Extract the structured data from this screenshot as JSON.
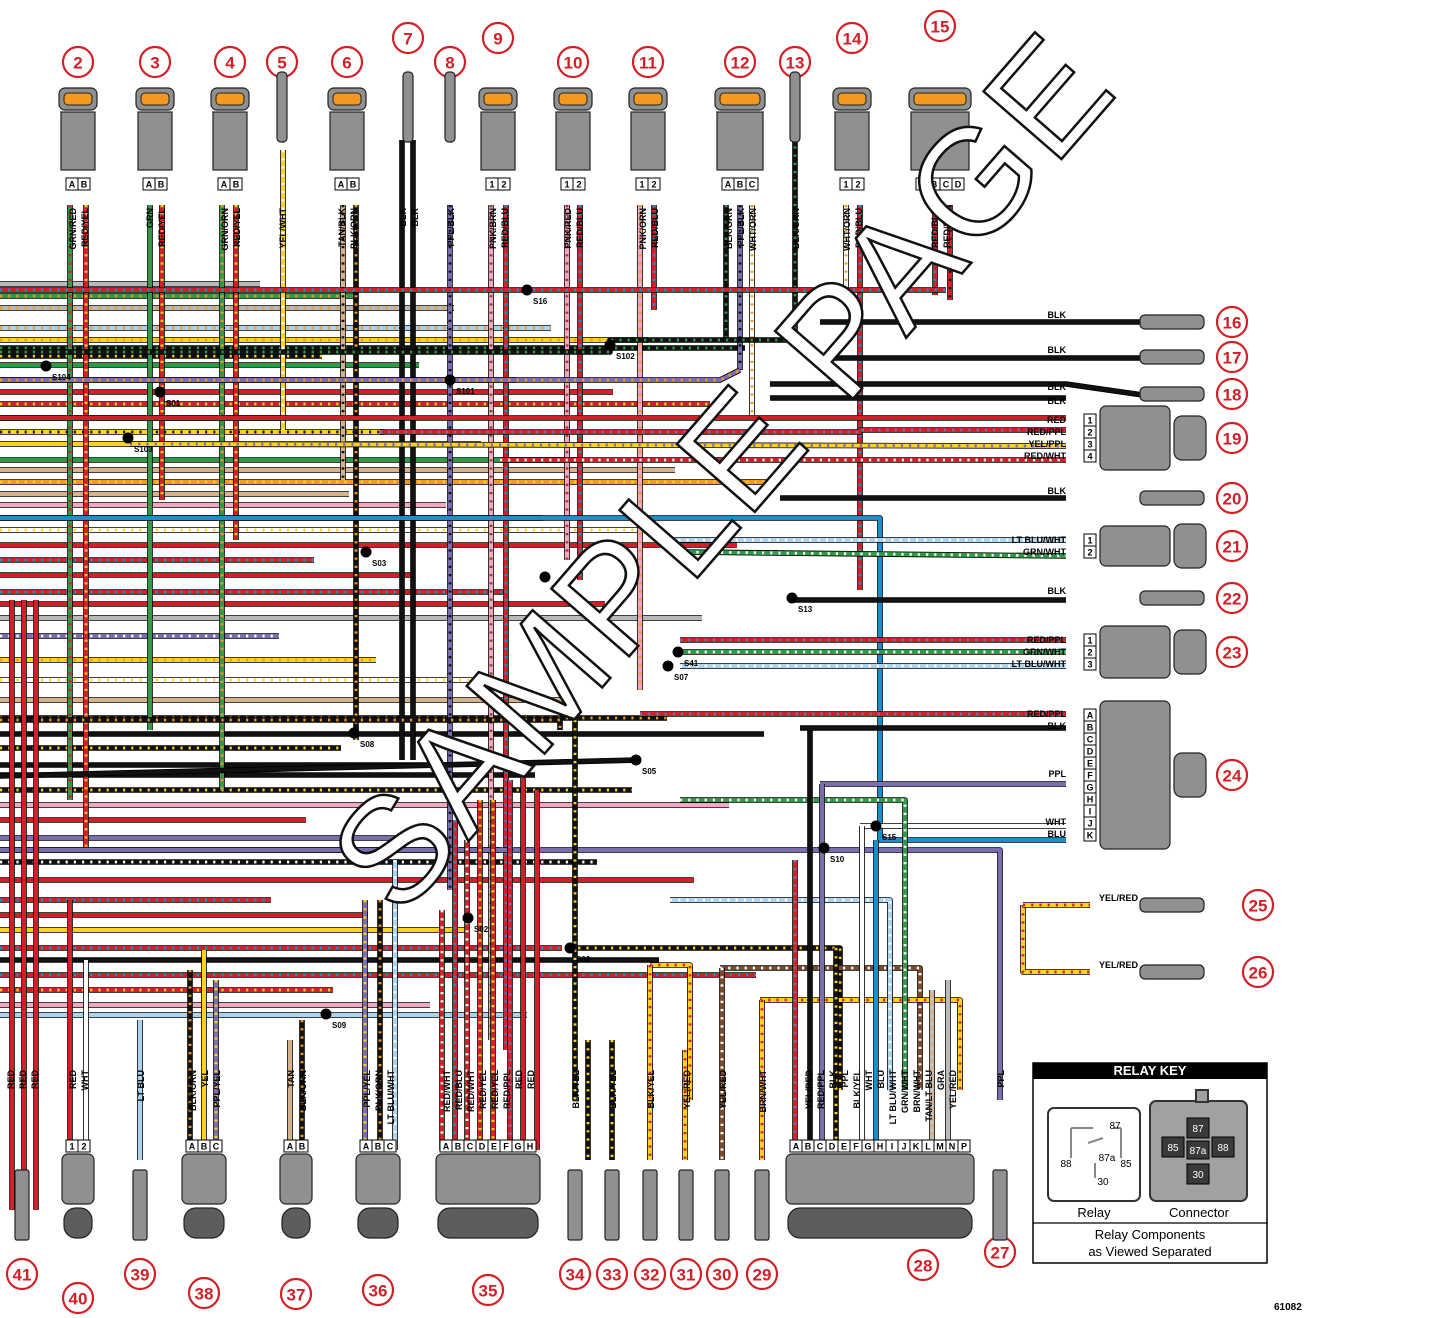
{
  "watermark": "SAMPLE PAGE",
  "figure_number": "61082",
  "colors": {
    "RED": "#d32027",
    "BLK": "#111111",
    "GRN": "#2f9b47",
    "YEL": "#ffd21f",
    "ORN": "#f39a1e",
    "BLU": "#1a8fd0",
    "LTBLU": "#a9d3ee",
    "PPL": "#7b6db0",
    "PNK": "#f2a7c2",
    "TAN": "#d7b28c",
    "WHT": "#ffffff",
    "BRN": "#7a4a2c",
    "GRA": "#b8b9bb"
  },
  "connectors_top": [
    {
      "num": "2",
      "pins": [
        "A",
        "B"
      ],
      "wires": [
        "GRN/RED",
        "RED/YEL"
      ]
    },
    {
      "num": "3",
      "pins": [
        "A",
        "B"
      ],
      "wires": [
        "GRN",
        "RED/YEL"
      ]
    },
    {
      "num": "4",
      "pins": [
        "A",
        "B"
      ],
      "wires": [
        "GRN/ORN",
        "RED/YEL"
      ]
    },
    {
      "num": "5",
      "pins": [],
      "wires": [
        "YEL/WHT"
      ]
    },
    {
      "num": "6",
      "pins": [
        "A",
        "B"
      ],
      "wires": [
        "TAN/BLK",
        "BLK/ORN"
      ]
    },
    {
      "num": "7",
      "pins": [],
      "wires": [
        "BLK",
        "BLK"
      ]
    },
    {
      "num": "8",
      "pins": [],
      "wires": [
        "PPL/BLK"
      ]
    },
    {
      "num": "9",
      "pins": [
        "1",
        "2"
      ],
      "wires": [
        "PNK/BRN",
        "RED/BLU"
      ]
    },
    {
      "num": "10",
      "pins": [
        "1",
        "2"
      ],
      "wires": [
        "PNK/RED",
        "RED/BLU"
      ]
    },
    {
      "num": "11",
      "pins": [
        "1",
        "2"
      ],
      "wires": [
        "PNK/ORN",
        "RED/BLU"
      ]
    },
    {
      "num": "12",
      "pins": [
        "A",
        "B",
        "C"
      ],
      "wires": [
        "BLK/GRN",
        "PPL/BLK",
        "WHT/ORN"
      ]
    },
    {
      "num": "13",
      "pins": [],
      "wires": [
        "BLK/GRN"
      ]
    },
    {
      "num": "14",
      "pins": [
        "1",
        "2"
      ],
      "wires": [
        "WHT/ORN",
        "RED/BLU"
      ]
    },
    {
      "num": "15",
      "pins": [
        "A",
        "B",
        "C",
        "D"
      ],
      "wires": [
        "RED/BLU",
        "RED/BLK"
      ]
    }
  ],
  "connectors_right": [
    {
      "num": "16",
      "wires": [
        "BLK"
      ]
    },
    {
      "num": "17",
      "wires": [
        "BLK"
      ]
    },
    {
      "num": "18",
      "wires": [
        "BLK",
        "BLK"
      ]
    },
    {
      "num": "19",
      "pins": [
        "1",
        "2",
        "3",
        "4"
      ],
      "wires": [
        "RED",
        "RED/PPL",
        "YEL/PPL",
        "RED/WHT"
      ]
    },
    {
      "num": "20",
      "wires": [
        "BLK"
      ]
    },
    {
      "num": "21",
      "pins": [
        "1",
        "2"
      ],
      "wires": [
        "LT BLU/WHT",
        "GRN/WHT"
      ]
    },
    {
      "num": "22",
      "wires": [
        "BLK"
      ]
    },
    {
      "num": "23",
      "pins": [
        "1",
        "2",
        "3"
      ],
      "wires": [
        "RED/PPL",
        "GRN/WHT",
        "LT BLU/WHT"
      ]
    },
    {
      "num": "24",
      "pins": [
        "A",
        "B",
        "C",
        "D",
        "E",
        "F",
        "G",
        "H",
        "I",
        "J",
        "K"
      ],
      "wires": [
        "RED/PPL",
        "BLK",
        "PPL",
        "WHT",
        "BLU"
      ]
    },
    {
      "num": "25",
      "wires": [
        "YEL/RED"
      ]
    },
    {
      "num": "26",
      "wires": [
        "YEL/RED"
      ]
    }
  ],
  "connectors_bottom": [
    {
      "num": "41",
      "pins": [],
      "wires": [
        "RED",
        "RED",
        "RED"
      ]
    },
    {
      "num": "40",
      "pins": [
        "1",
        "2"
      ],
      "wires": [
        "RED",
        "WHT"
      ]
    },
    {
      "num": "39",
      "pins": [],
      "wires": [
        "LT BLU"
      ]
    },
    {
      "num": "38",
      "pins": [
        "A",
        "B",
        "C"
      ],
      "wires": [
        "BLK/ORN",
        "YEL",
        "PPL/YEL"
      ]
    },
    {
      "num": "37",
      "pins": [
        "A",
        "B"
      ],
      "wires": [
        "TAN",
        "BLK/ORN"
      ]
    },
    {
      "num": "36",
      "pins": [
        "A",
        "B",
        "C"
      ],
      "wires": [
        "PPL/YEL",
        "BLK/ORN",
        "LT BLU/WHT"
      ]
    },
    {
      "num": "35",
      "pins": [
        "A",
        "B",
        "C",
        "D",
        "E",
        "F",
        "G",
        "H"
      ],
      "wires": [
        "RED/WHT",
        "RED/BLU",
        "RED/WHT",
        "RED/YEL",
        "RED/YEL",
        "RED/PPL",
        "RED",
        "RED"
      ]
    },
    {
      "num": "34",
      "pins": [],
      "wires": [
        "BLK/YEL"
      ]
    },
    {
      "num": "33",
      "pins": [],
      "wires": [
        "BLK/YEL"
      ]
    },
    {
      "num": "32",
      "pins": [],
      "wires": [
        "BLK/YEL"
      ]
    },
    {
      "num": "31",
      "pins": [],
      "wires": [
        "YEL/RED"
      ]
    },
    {
      "num": "30",
      "pins": [],
      "wires": [
        "YEL/RED"
      ]
    },
    {
      "num": "29",
      "pins": [],
      "wires": [
        "BRN/WHT"
      ]
    },
    {
      "num": "28",
      "pins": [
        "A",
        "B",
        "C",
        "D",
        "E",
        "F",
        "G",
        "H",
        "I",
        "J",
        "K",
        "L",
        "M",
        "N",
        "P"
      ],
      "wires": [
        "YEL/RED",
        "RED/PPL",
        "BLK",
        "PPL",
        "BLK/YEL",
        "WHT",
        "BLU",
        "LT BLU/WHT",
        "GRN/WHT",
        "BRN/WHT",
        "TAN/LT BLU",
        "GRA",
        "YEL/RED"
      ]
    },
    {
      "num": "27",
      "pins": [],
      "wires": [
        "PPL"
      ]
    }
  ],
  "splices": [
    "S16",
    "S102",
    "S104",
    "S01",
    "S101",
    "S103",
    "S09",
    "S03",
    "S04",
    "S13",
    "S02",
    "S41",
    "S07",
    "S05",
    "S08",
    "S10",
    "S15",
    "S02",
    "S09",
    "S05"
  ],
  "relay_key": {
    "title": "RELAY KEY",
    "relay_label": "Relay",
    "connector_label": "Connector",
    "pins": [
      "87",
      "87a",
      "88",
      "85",
      "30"
    ],
    "caption_1": "Relay Components",
    "caption_2": "as Viewed Separated"
  }
}
